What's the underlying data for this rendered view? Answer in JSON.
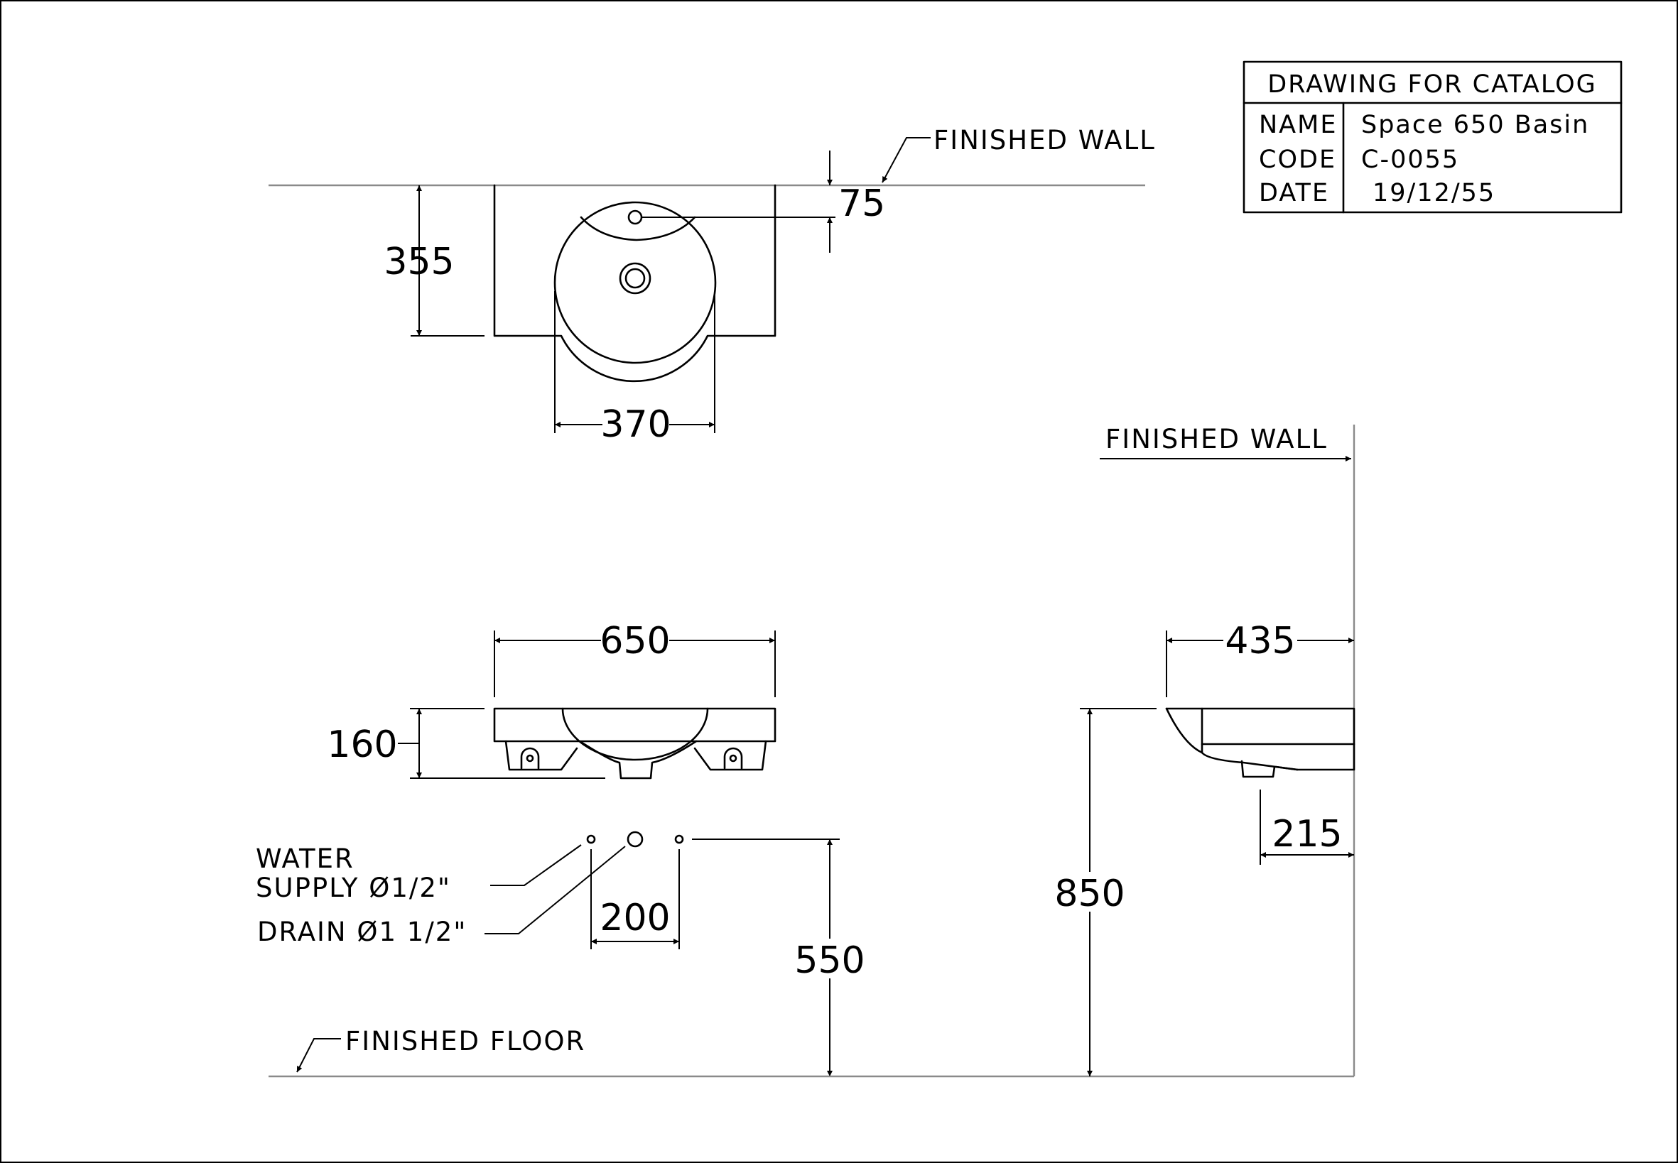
{
  "title_block": {
    "heading": "DRAWING FOR CATALOG",
    "rows": [
      {
        "key": "NAME",
        "value": "Space 650 Basin"
      },
      {
        "key": "CODE",
        "value": "C-0055"
      },
      {
        "key": "DATE",
        "value": "19/12/55"
      }
    ]
  },
  "labels": {
    "finished_wall_top": "FINISHED WALL",
    "finished_wall_side": "FINISHED WALL",
    "finished_floor": "FINISHED FLOOR",
    "water_supply_line1": "WATER",
    "water_supply_line2": "SUPPLY Ø1/2\"",
    "drain": "DRAIN Ø1 1/2\""
  },
  "dimensions": {
    "plan_depth": "355",
    "tap_hole_offset": "75",
    "bowl_width": "370",
    "front_width": "650",
    "front_height": "160",
    "pipe_spacing": "200",
    "supply_height": "550",
    "rim_height": "850",
    "side_projection": "435",
    "side_drain_offset": "215"
  }
}
